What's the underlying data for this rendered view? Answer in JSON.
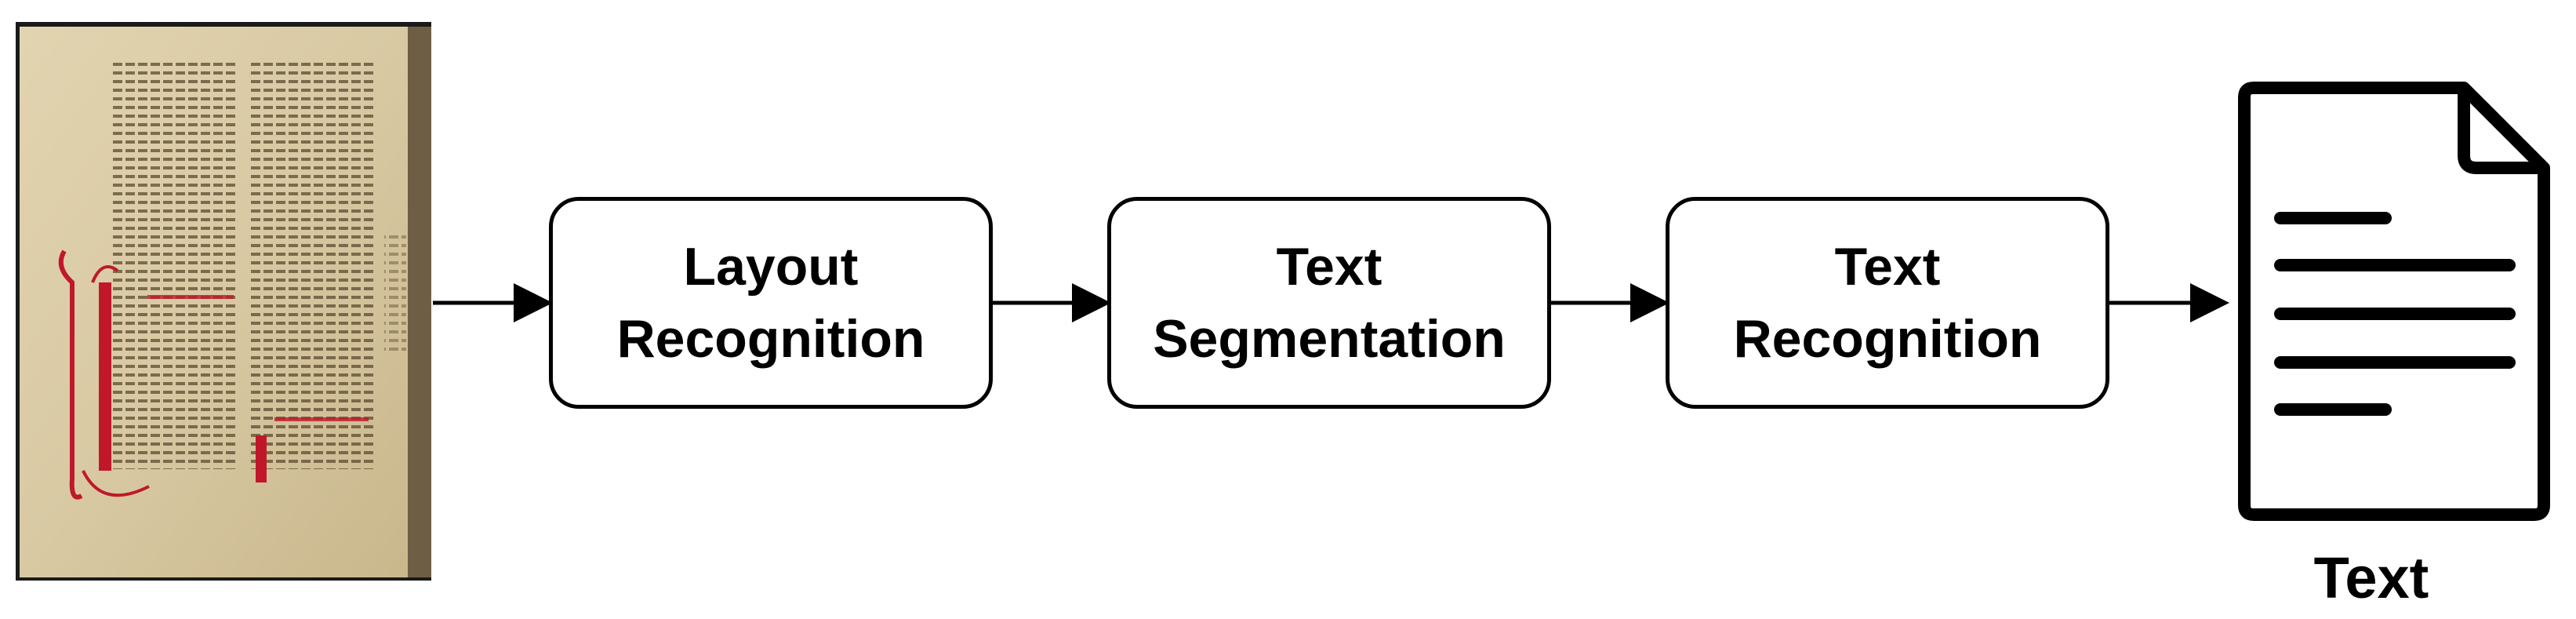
{
  "diagram": {
    "input": {
      "icon": "manuscript-page-icon"
    },
    "steps": [
      {
        "line1": "Layout",
        "line2": "Recognition"
      },
      {
        "line1": "Text",
        "line2": "Segmentation"
      },
      {
        "line1": "Text",
        "line2": "Recognition"
      }
    ],
    "output": {
      "icon": "text-document-icon",
      "caption": "Text"
    },
    "colors": {
      "stroke": "#000000",
      "background": "#ffffff",
      "parchment": "#d8c9a3",
      "rubric": "#c0182a"
    }
  }
}
